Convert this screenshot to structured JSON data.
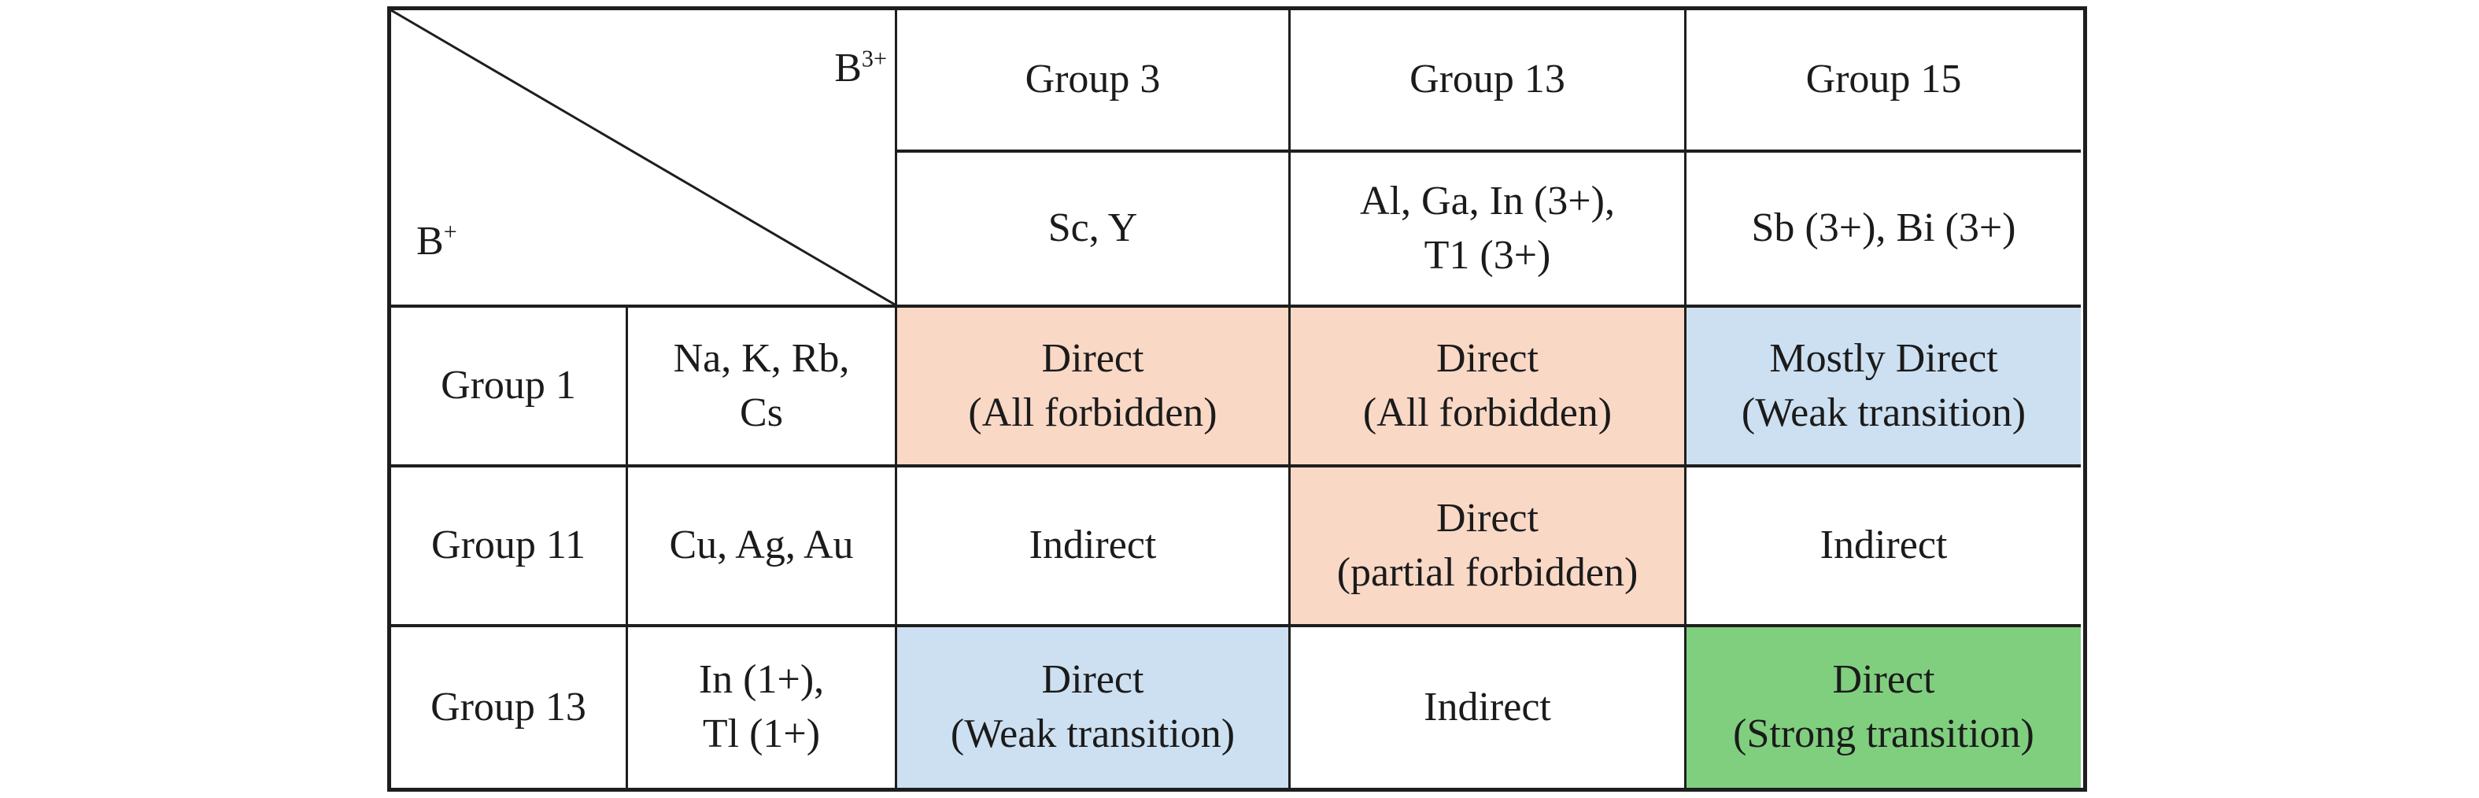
{
  "colors": {
    "orange": "#F9D8C6",
    "blue": "#CDE0F1",
    "green": "#80CF7F",
    "white": "#FFFFFF",
    "line": "#1E1E1E"
  },
  "corner": {
    "top_right": {
      "base": "B",
      "sup": "3+"
    },
    "bottom_left": {
      "base": "B",
      "sup": "+"
    }
  },
  "column_headers": [
    {
      "group": "Group 3",
      "elements_lines": [
        "Sc, Y"
      ]
    },
    {
      "group": "Group 13",
      "elements_lines": [
        "Al, Ga, In (3+),",
        "T1 (3+)"
      ]
    },
    {
      "group": "Group 15",
      "elements_lines": [
        "Sb (3+), Bi (3+)"
      ]
    }
  ],
  "rows": [
    {
      "group": "Group 1",
      "elements_lines": [
        "Na, K, Rb,",
        "Cs"
      ],
      "cells": [
        {
          "lines": [
            "Direct",
            "(All forbidden)"
          ],
          "color": "orange"
        },
        {
          "lines": [
            "Direct",
            "(All forbidden)"
          ],
          "color": "orange"
        },
        {
          "lines": [
            "Mostly Direct",
            "(Weak transition)"
          ],
          "color": "blue"
        }
      ]
    },
    {
      "group": "Group 11",
      "elements_lines": [
        "Cu, Ag, Au"
      ],
      "cells": [
        {
          "lines": [
            "Indirect"
          ],
          "color": "white"
        },
        {
          "lines": [
            "Direct",
            "(partial forbidden)"
          ],
          "color": "orange"
        },
        {
          "lines": [
            "Indirect"
          ],
          "color": "white"
        }
      ]
    },
    {
      "group": "Group 13",
      "elements_lines": [
        "In (1+),",
        "Tl (1+)"
      ],
      "cells": [
        {
          "lines": [
            "Direct",
            "(Weak transition)"
          ],
          "color": "blue"
        },
        {
          "lines": [
            "Indirect"
          ],
          "color": "white"
        },
        {
          "lines": [
            "Direct",
            "(Strong transition)"
          ],
          "color": "green"
        }
      ]
    }
  ]
}
